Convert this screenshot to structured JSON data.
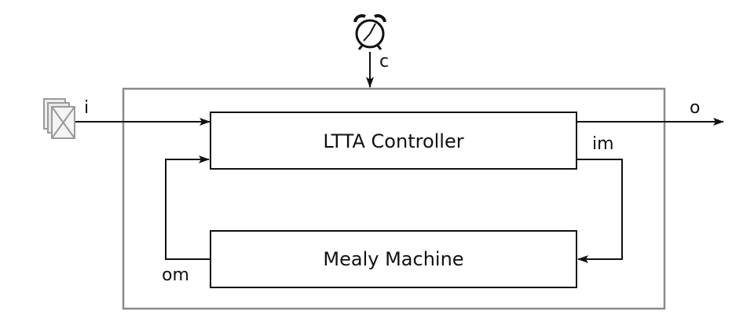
{
  "diagram": {
    "blocks": {
      "controller": "LTTA Controller",
      "mealy": "Mealy Machine"
    },
    "signals": {
      "clock": "c",
      "input": "i",
      "output": "o",
      "im": "im",
      "om": "om"
    },
    "icons": {
      "clock": "alarm-clock-icon",
      "input_source": "stacked-frames-icon"
    },
    "colors": {
      "line": "#111111",
      "outer_frame": "#8a8a8a",
      "icon_gray": "#9a9a9a"
    }
  }
}
